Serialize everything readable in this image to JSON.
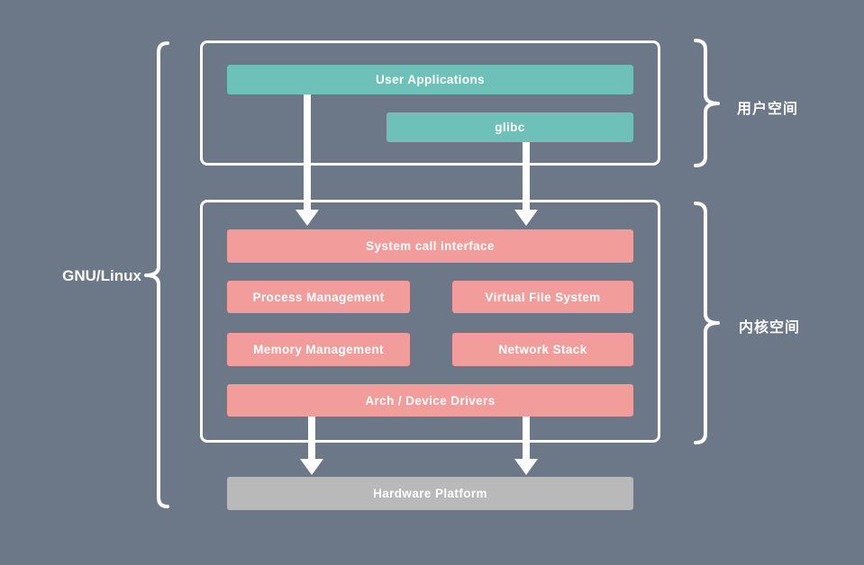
{
  "colors": {
    "background": "#6c7787",
    "teal": "#6ec1b8",
    "pink": "#f29c9b",
    "gray": "#b9b9b9",
    "text": "#ffffff"
  },
  "diagram": {
    "left_brace_label": "GNU/Linux",
    "user_space": {
      "brace_label": "用户空间",
      "blocks": {
        "user_applications": "User Applications",
        "glibc": "glibc"
      }
    },
    "kernel_space": {
      "brace_label": "内核空间",
      "system_call_interface": "System call interface",
      "modules": [
        "Process Management",
        "Virtual File System",
        "Memory Management",
        "Network Stack"
      ],
      "drivers": "Arch / Device Drivers"
    },
    "hardware": "Hardware Platform"
  }
}
